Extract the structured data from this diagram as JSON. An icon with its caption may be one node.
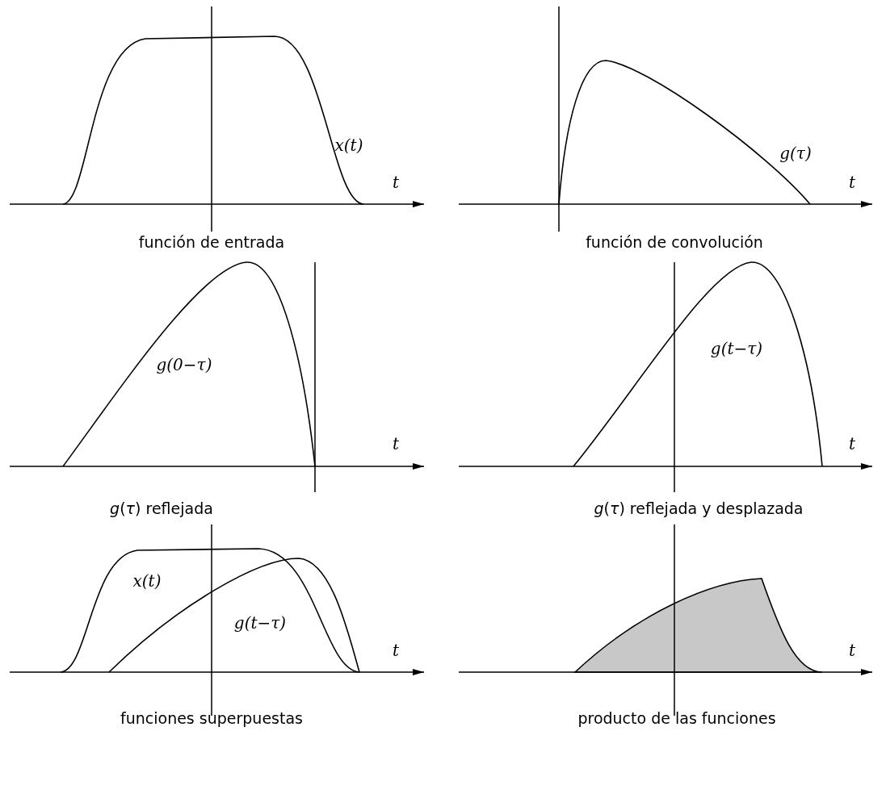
{
  "diagram": {
    "labels": [
      "x(t)",
      "t",
      "función de entrada",
      "g(τ)",
      "t",
      "función de convolución",
      "g(0−τ)",
      "t",
      "*g*(*τ*) reflejada",
      "g(t−τ)",
      "t",
      "*g*(*τ*) reflejada y desplazada",
      "x(t)",
      "g(t−τ)",
      "t",
      "funciones superpuestas",
      "t",
      "producto de las funciones"
    ]
  }
}
